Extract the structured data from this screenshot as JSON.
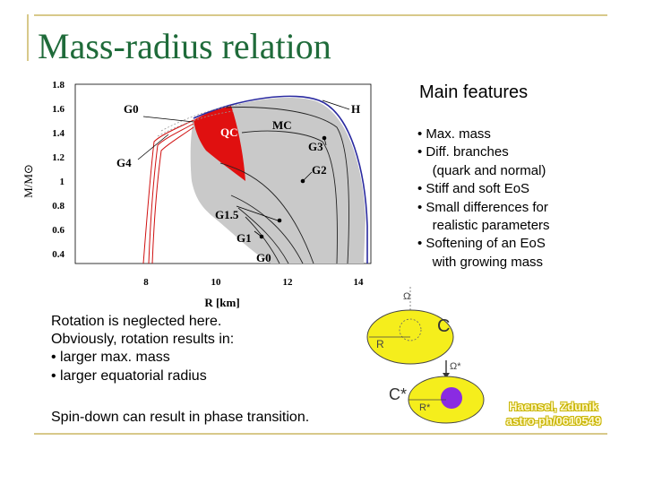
{
  "slide": {
    "title": "Mass-radius relation",
    "main_features_title": "Main features",
    "features_text": "• Max. mass\n• Diff. branches\n    (quark and normal)\n• Stiff and soft EoS\n• Small differences for\n    realistic parameters\n• Softening of an EoS\n    with growing mass",
    "rotation_text": "Rotation is neglected here.\nObviously, rotation results in:\n• larger max. mass\n• larger equatorial radius",
    "spin_down_text": "Spin-down can result in phase transition.",
    "citation_line1": "Haensel, Zdunik",
    "citation_line2": "astro-ph/0610549"
  },
  "figure": {
    "ylabel": "M/M⊙",
    "xlabel": "R [km]",
    "y_ticks": [
      "1.8",
      "1.6",
      "1.4",
      "1.2",
      "1",
      "0.8",
      "0.6",
      "0.4"
    ],
    "x_ticks": [
      "8",
      "10",
      "12",
      "14"
    ],
    "labels": {
      "g0_top": "G0",
      "h": "H",
      "qc": "QC",
      "mc": "MC",
      "g3": "G3",
      "g2": "G2",
      "g4": "G4",
      "g15": "G1.5",
      "g1": "G1",
      "g0_bottom": "G0"
    },
    "colors": {
      "gray_region": "#c8c8c8",
      "quark_region": "#e01010",
      "stiff_curve": "#2a2aa0"
    }
  },
  "star_diagram": {
    "omega": "Ω",
    "c_label": "C",
    "r_label": "R",
    "omega_star": "Ω*",
    "c_star_label": "C*",
    "r_star_label": "R*",
    "colors": {
      "star_fill": "#f5ee1c",
      "core_fill": "#8a2be2"
    }
  }
}
